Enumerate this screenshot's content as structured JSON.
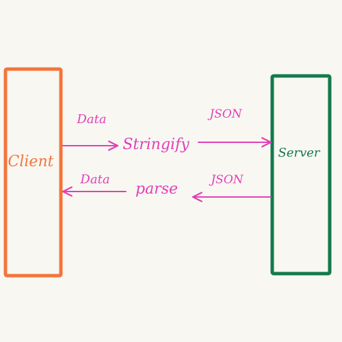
{
  "nodes": {
    "client": {
      "label": "Client",
      "color": "#f4743b"
    },
    "server": {
      "label": "Server",
      "color": "#137a4b"
    }
  },
  "flows": {
    "request": {
      "input_label": "Data",
      "operation": "Stringify",
      "output_label": "JSON"
    },
    "response": {
      "input_label": "JSON",
      "operation": "parse",
      "output_label": "Data"
    }
  },
  "colors": {
    "arrow": "#e23fb8",
    "background": "#f8f7f2"
  }
}
